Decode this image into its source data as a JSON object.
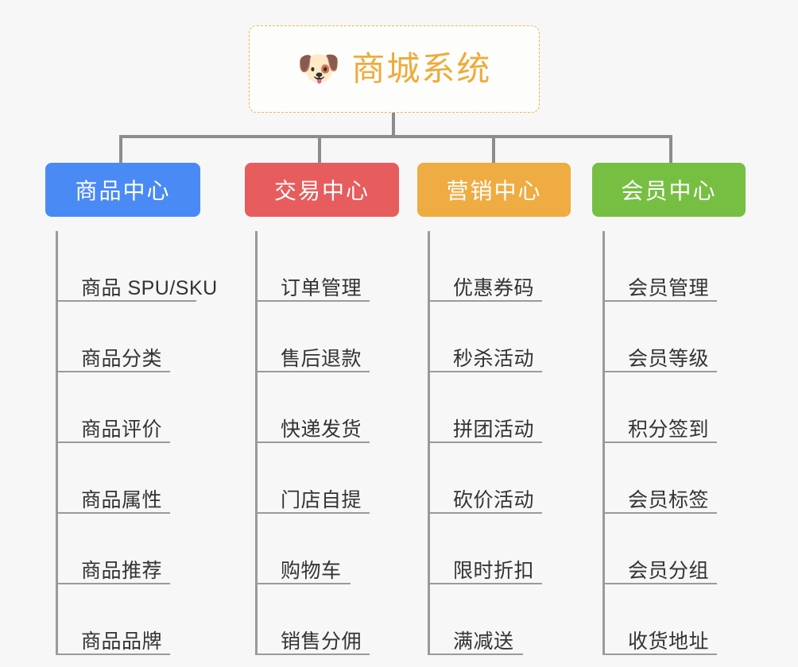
{
  "root": {
    "icon": "dog-face-icon",
    "icon_glyph": "🐶",
    "title": "商城系统",
    "border_color": "#eab64c",
    "text_color": "#eeab3b",
    "background": "#fdfdfc"
  },
  "canvas": {
    "background": "#f7f7f7",
    "connector_color": "#8c8c8c",
    "leaf_line_color": "#9a9a9a",
    "leaf_text_color": "#333333"
  },
  "columns": [
    {
      "id": "product-center",
      "label": "商品中心",
      "color": "#4a8af4",
      "items": [
        {
          "label": "商品 SPU/SKU",
          "width": 175
        },
        {
          "label": "商品分类",
          "width": 142
        },
        {
          "label": "商品评价",
          "width": 142
        },
        {
          "label": "商品属性",
          "width": 142
        },
        {
          "label": "商品推荐",
          "width": 142
        },
        {
          "label": "商品品牌",
          "width": 142
        }
      ]
    },
    {
      "id": "trade-center",
      "label": "交易中心",
      "color": "#e75c5c",
      "items": [
        {
          "label": "订单管理",
          "width": 142
        },
        {
          "label": "售后退款",
          "width": 142
        },
        {
          "label": "快递发货",
          "width": 142
        },
        {
          "label": "门店自提",
          "width": 142
        },
        {
          "label": "购物车",
          "width": 118
        },
        {
          "label": "销售分佣",
          "width": 142
        }
      ]
    },
    {
      "id": "marketing-center",
      "label": "营销中心",
      "color": "#eeac42",
      "items": [
        {
          "label": "优惠券码",
          "width": 142
        },
        {
          "label": "秒杀活动",
          "width": 142
        },
        {
          "label": "拼团活动",
          "width": 142
        },
        {
          "label": "砍价活动",
          "width": 142
        },
        {
          "label": "限时折扣",
          "width": 142
        },
        {
          "label": "满减送",
          "width": 118
        }
      ]
    },
    {
      "id": "member-center",
      "label": "会员中心",
      "color": "#76bf43",
      "items": [
        {
          "label": "会员管理",
          "width": 142
        },
        {
          "label": "会员等级",
          "width": 142
        },
        {
          "label": "积分签到",
          "width": 142
        },
        {
          "label": "会员标签",
          "width": 142
        },
        {
          "label": "会员分组",
          "width": 142
        },
        {
          "label": "收货地址",
          "width": 142
        }
      ]
    }
  ]
}
